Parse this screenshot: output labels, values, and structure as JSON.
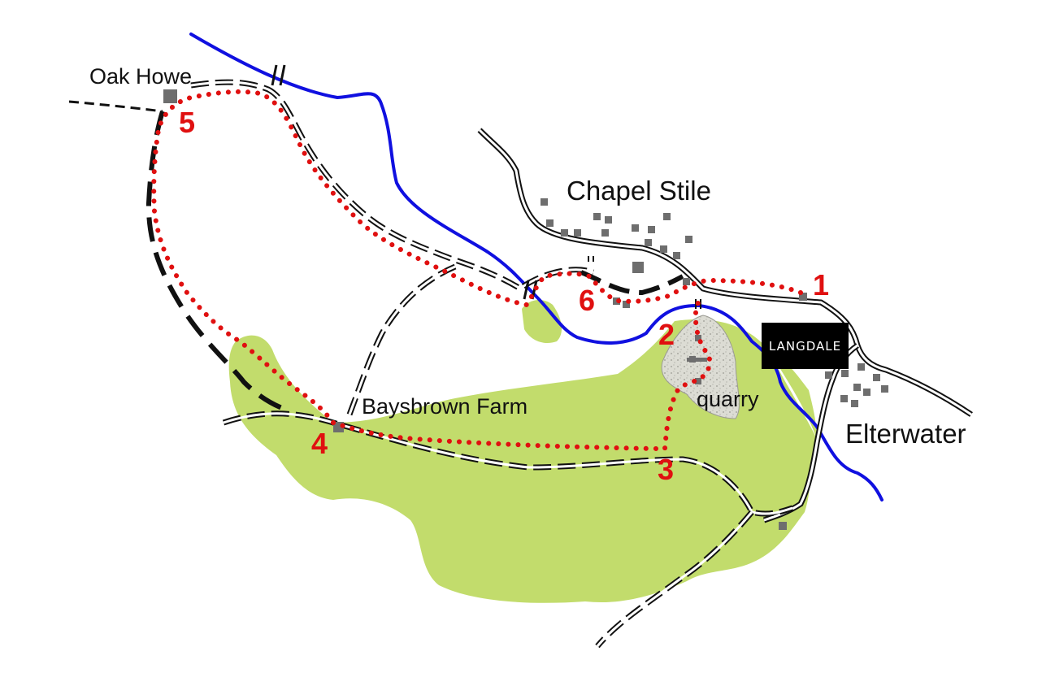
{
  "map": {
    "places": {
      "oak_howe": "Oak Howe",
      "chapel_stile": "Chapel Stile",
      "baysbrown_farm": "Baysbrown Farm",
      "quarry": "quarry",
      "elterwater": "Elterwater"
    },
    "waypoints": [
      "1",
      "2",
      "3",
      "4",
      "5",
      "6"
    ],
    "logo": "LANGDALE",
    "colors": {
      "route": "#e01010",
      "river": "#1010e0",
      "woodland": "#c2dc6c",
      "road": "#111111",
      "building": "#6e6e6e",
      "quarry": "#d8d8d0",
      "logo_bg": "#000000",
      "logo_text": "#ffffff"
    },
    "icons": {
      "building": "grey-square",
      "route": "red-dotted-line",
      "river": "blue-line",
      "road": "double-line",
      "track": "dashed-double-line",
      "footpath": "black-dashed-line"
    }
  }
}
